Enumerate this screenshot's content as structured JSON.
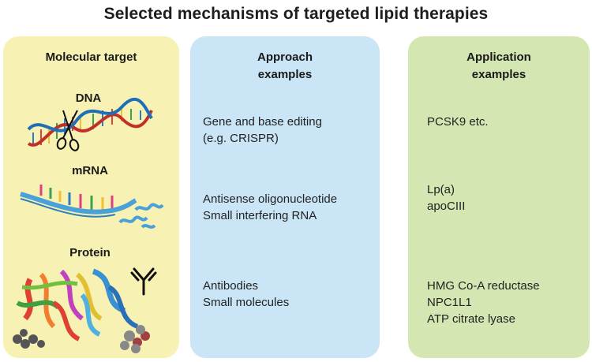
{
  "title": "Selected mechanisms of targeted lipid therapies",
  "columns": {
    "target": {
      "header": "Molecular target",
      "levels": [
        "DNA",
        "mRNA",
        "Protein"
      ]
    },
    "approach": {
      "header_line1": "Approach",
      "header_line2": "examples",
      "rows": [
        [
          "Gene and base editing",
          "(e.g. CRISPR)"
        ],
        [
          "Antisense oligonucleotide",
          "Small interfering RNA"
        ],
        [
          "Antibodies",
          "Small molecules"
        ]
      ]
    },
    "application": {
      "header_line1": "Application",
      "header_line2": "examples",
      "rows": [
        [
          "PCSK9 etc."
        ],
        [
          "Lp(a)",
          "apoCIII"
        ],
        [
          "HMG Co-A reductase",
          "NPC1L1",
          "ATP citrate lyase"
        ]
      ]
    }
  },
  "icons": {
    "dna": "dna-double-helix-with-scissors-icon",
    "mrna": "mrna-strand-icon",
    "protein": "protein-ribbon-structure-icon",
    "antibody": "antibody-icon"
  },
  "colors": {
    "target_panel": "#f7f2b3",
    "approach_panel": "#c9e5f6",
    "application_panel": "#d4e6b1"
  }
}
